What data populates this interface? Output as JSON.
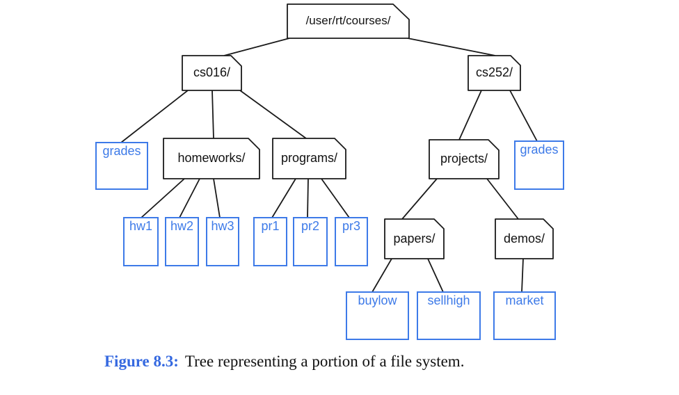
{
  "figure": {
    "caption_label": "Figure 8.3:",
    "caption_text": "Tree representing a portion of a file system."
  },
  "colors": {
    "file_blue": "#3d7ae8",
    "caption_blue": "#3569e0",
    "edge_black": "#1a1a1a"
  },
  "nodes": {
    "root": {
      "label": "/user/rt/courses/",
      "type": "directory"
    },
    "cs016": {
      "label": "cs016/",
      "type": "directory"
    },
    "grades_cs016": {
      "label": "grades",
      "type": "file"
    },
    "homeworks": {
      "label": "homeworks/",
      "type": "directory"
    },
    "hw1": {
      "label": "hw1",
      "type": "file"
    },
    "hw2": {
      "label": "hw2",
      "type": "file"
    },
    "hw3": {
      "label": "hw3",
      "type": "file"
    },
    "programs": {
      "label": "programs/",
      "type": "directory"
    },
    "pr1": {
      "label": "pr1",
      "type": "file"
    },
    "pr2": {
      "label": "pr2",
      "type": "file"
    },
    "pr3": {
      "label": "pr3",
      "type": "file"
    },
    "cs252": {
      "label": "cs252/",
      "type": "directory"
    },
    "projects": {
      "label": "projects/",
      "type": "directory"
    },
    "grades_cs252": {
      "label": "grades",
      "type": "file"
    },
    "papers": {
      "label": "papers/",
      "type": "directory"
    },
    "buylow": {
      "label": "buylow",
      "type": "file"
    },
    "sellhigh": {
      "label": "sellhigh",
      "type": "file"
    },
    "demos": {
      "label": "demos/",
      "type": "directory"
    },
    "market": {
      "label": "market",
      "type": "file"
    }
  },
  "edges": [
    {
      "from": "root",
      "to": "cs016"
    },
    {
      "from": "root",
      "to": "cs252"
    },
    {
      "from": "cs016",
      "to": "grades_cs016"
    },
    {
      "from": "cs016",
      "to": "homeworks"
    },
    {
      "from": "cs016",
      "to": "programs"
    },
    {
      "from": "homeworks",
      "to": "hw1"
    },
    {
      "from": "homeworks",
      "to": "hw2"
    },
    {
      "from": "homeworks",
      "to": "hw3"
    },
    {
      "from": "programs",
      "to": "pr1"
    },
    {
      "from": "programs",
      "to": "pr2"
    },
    {
      "from": "programs",
      "to": "pr3"
    },
    {
      "from": "cs252",
      "to": "projects"
    },
    {
      "from": "cs252",
      "to": "grades_cs252"
    },
    {
      "from": "projects",
      "to": "papers"
    },
    {
      "from": "projects",
      "to": "demos"
    },
    {
      "from": "papers",
      "to": "buylow"
    },
    {
      "from": "papers",
      "to": "sellhigh"
    },
    {
      "from": "demos",
      "to": "market"
    }
  ]
}
